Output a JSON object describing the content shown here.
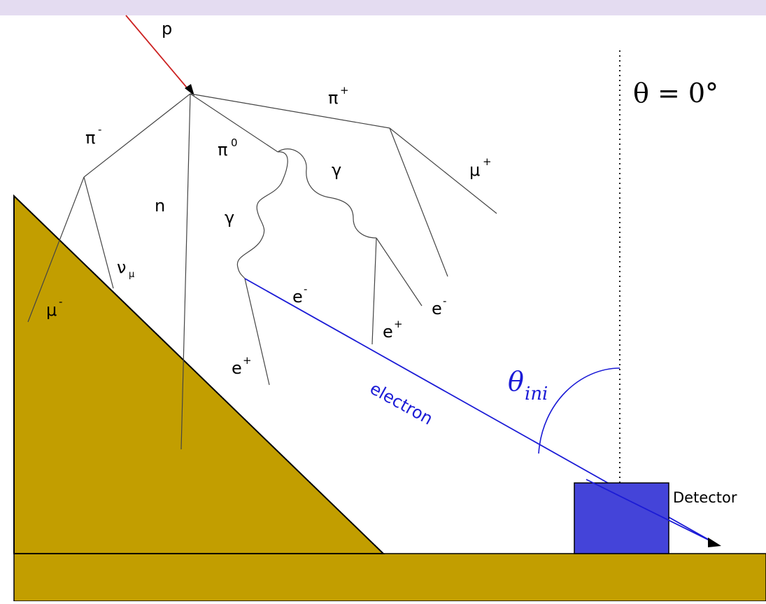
{
  "labels": {
    "proton": "p",
    "pi_plus": "π",
    "pi_plus_charge": "+",
    "pi_minus": "π",
    "pi_minus_charge": "-",
    "pi_zero": "π",
    "pi_zero_charge": "0",
    "neutron": "n",
    "gamma_left": "γ",
    "gamma_right": "γ",
    "mu_plus": "μ",
    "mu_plus_charge": "+",
    "mu_minus": "μ",
    "mu_minus_charge": "-",
    "neutrino": "ν",
    "neutrino_sub": "μ",
    "e_minus_center": "e",
    "e_minus_center_charge": "-",
    "e_plus_center": "e",
    "e_plus_center_charge": "+",
    "e_plus_lower": "e",
    "e_plus_lower_charge": "+",
    "e_minus_right": "e",
    "e_minus_right_charge": "-",
    "electron": "electron",
    "theta_zero": "θ = 0°",
    "theta_ini": "θ",
    "theta_ini_sub": "ini",
    "detector": "Detector"
  },
  "colors": {
    "header_band": "#e4dcf1",
    "ground": "#c29e00",
    "detector": "#4444d9",
    "electron": "#1b1bd6",
    "proton": "#cc2222",
    "track": "#444444"
  }
}
